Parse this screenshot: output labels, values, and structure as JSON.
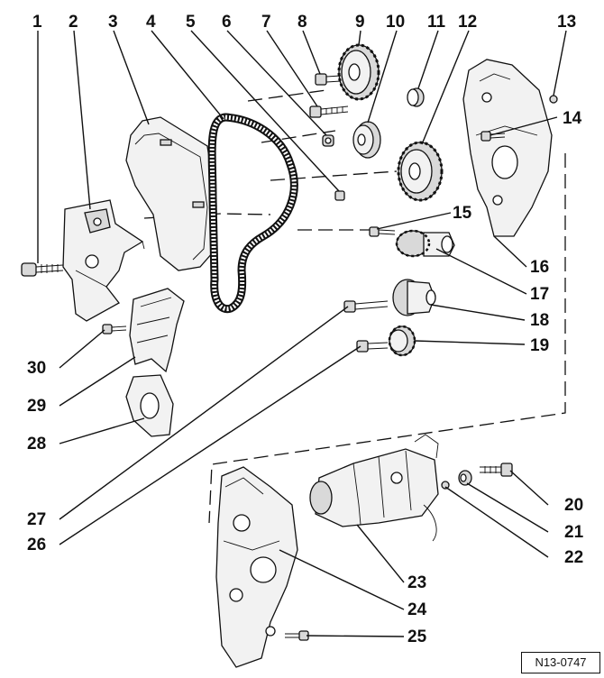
{
  "callouts": {
    "n1": "1",
    "n2": "2",
    "n3": "3",
    "n4": "4",
    "n5": "5",
    "n6": "6",
    "n7": "7",
    "n8": "8",
    "n9": "9",
    "n10": "10",
    "n11": "11",
    "n12": "12",
    "n13": "13",
    "n14": "14",
    "n15": "15",
    "n16": "16",
    "n17": "17",
    "n18": "18",
    "n19": "19",
    "n20": "20",
    "n21": "21",
    "n22": "22",
    "n23": "23",
    "n24": "24",
    "n25": "25",
    "n26": "26",
    "n27": "27",
    "n28": "28",
    "n29": "29",
    "n30": "30"
  },
  "figure_ref": "N13-0747"
}
